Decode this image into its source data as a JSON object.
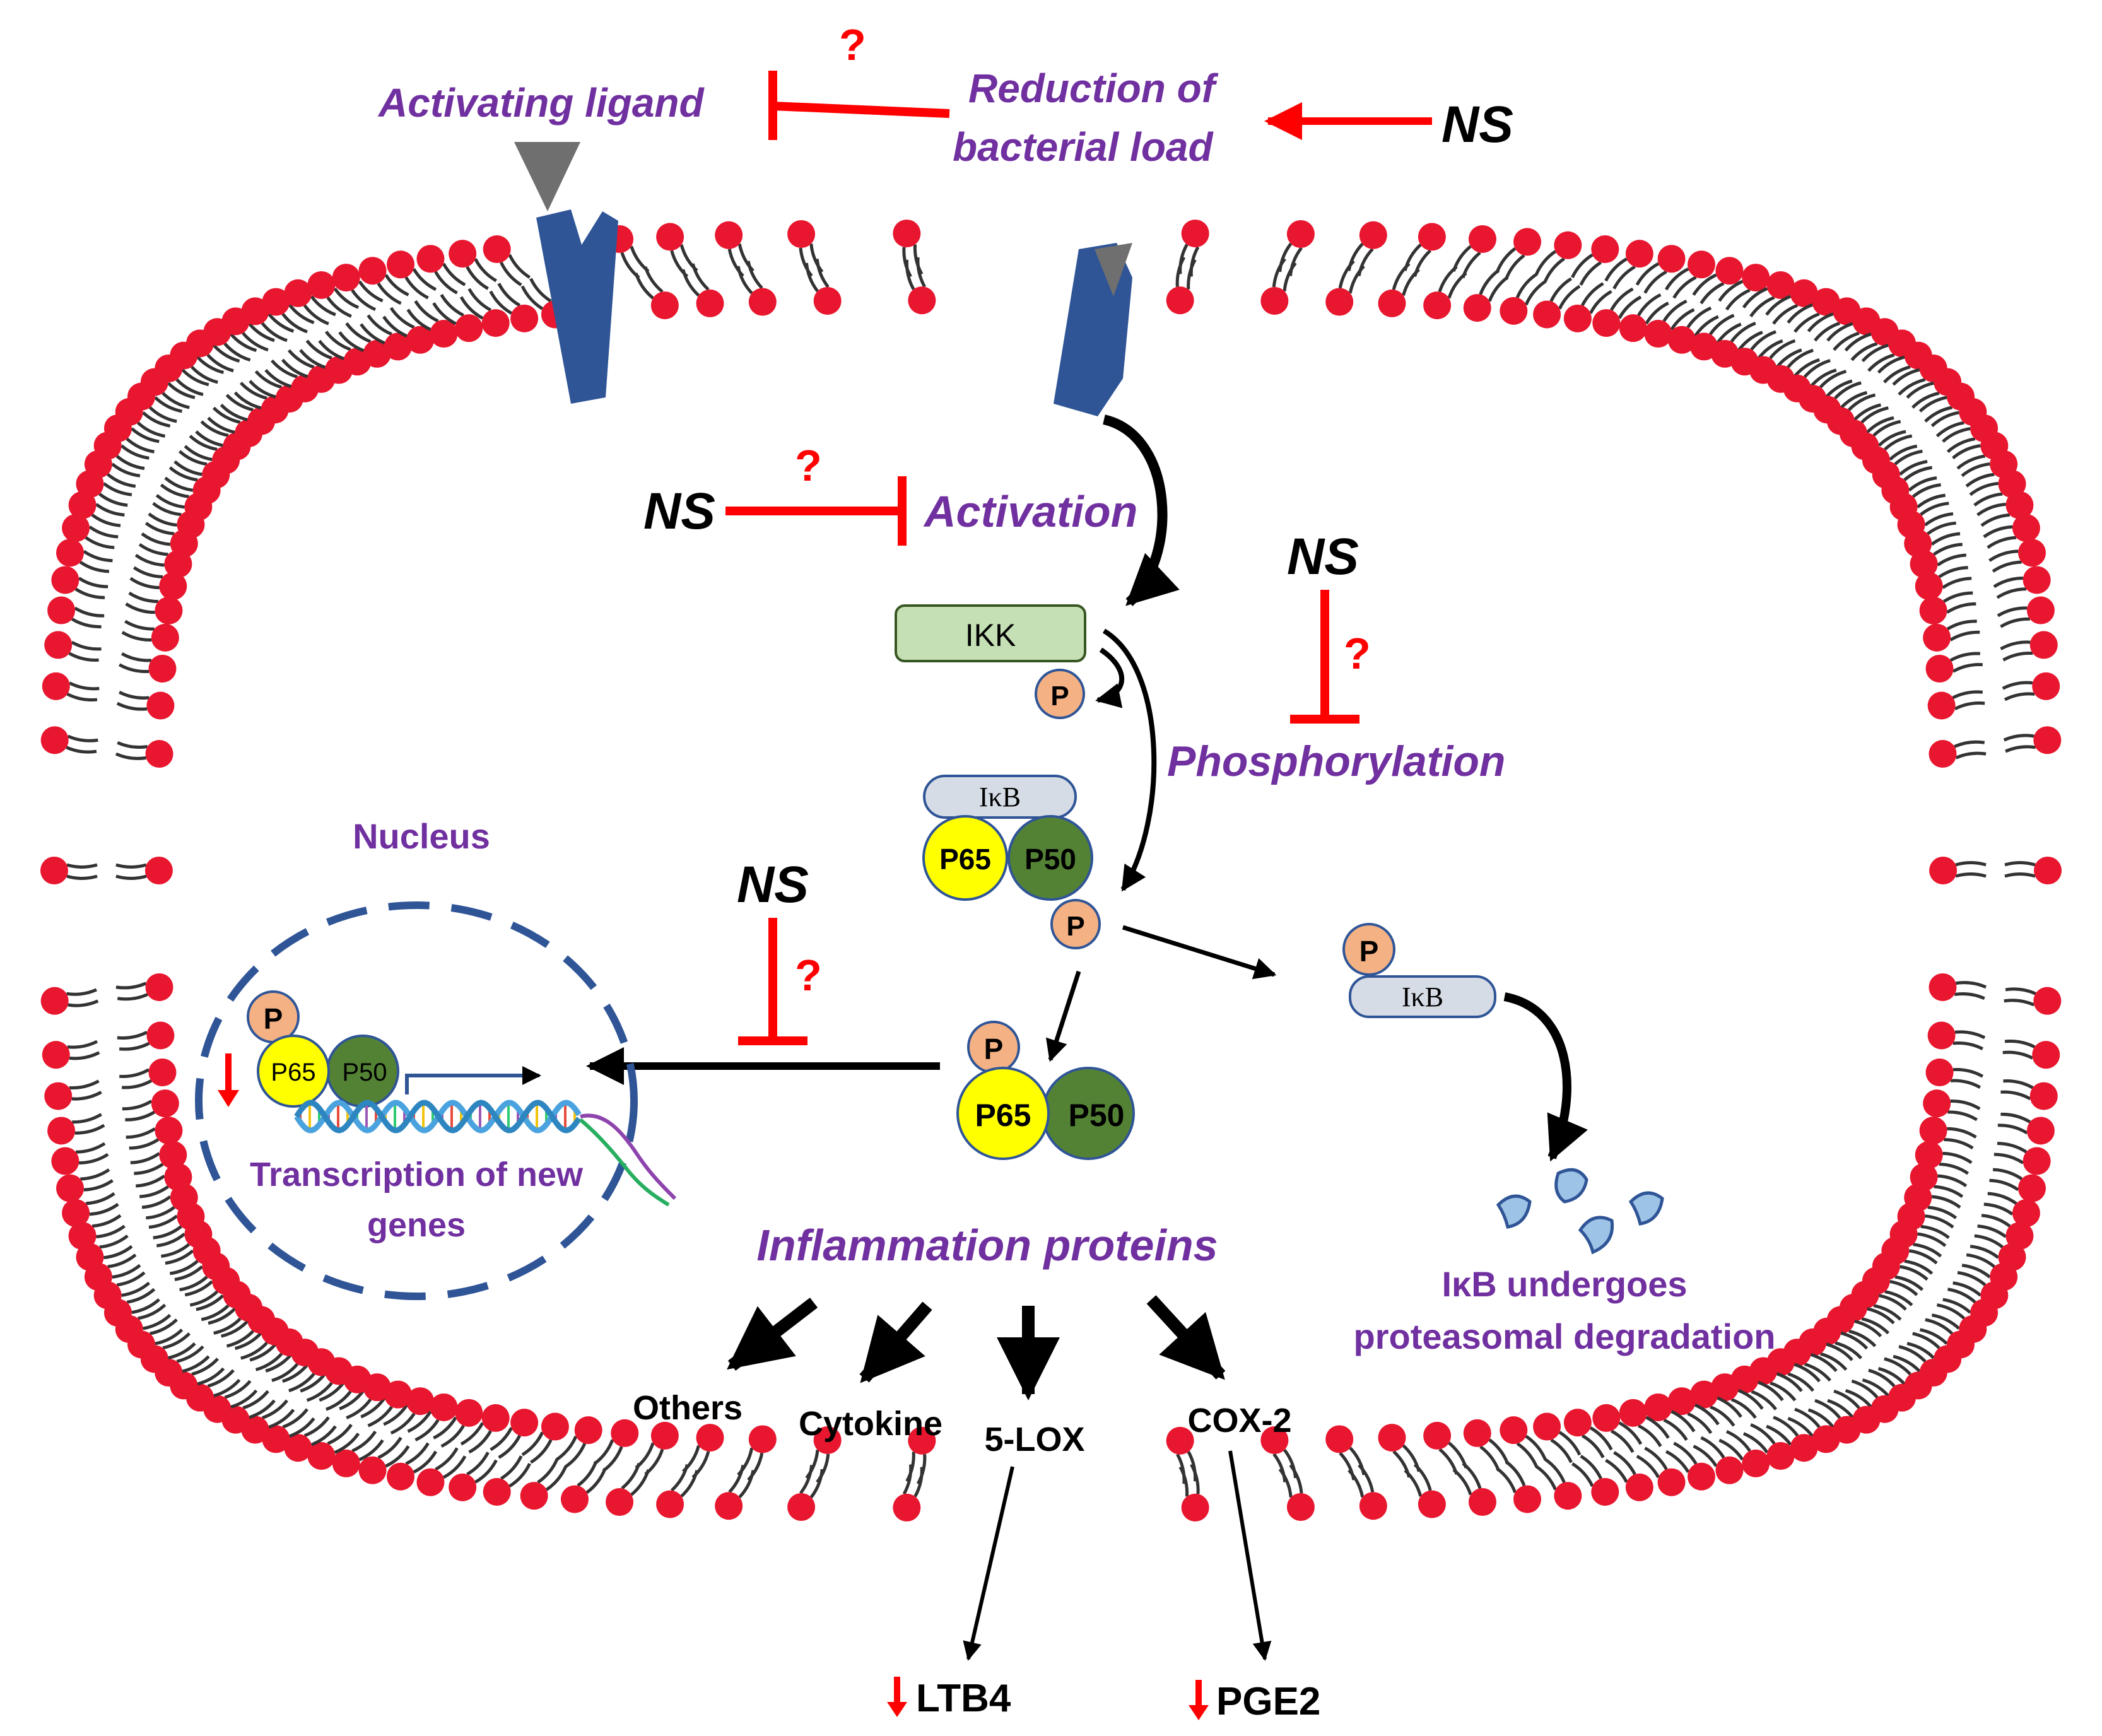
{
  "colors": {
    "lipid_head": "#e8162e",
    "receptor": "#2f5597",
    "ligand": "#6f6f6f",
    "text_accent": "#7030a0",
    "inhibition": "#ff0000",
    "ikk_box": "#c5e0b4",
    "ikb_box": "#d6dce5",
    "p_circle": "#f4b183",
    "p65": "#ffff00",
    "p50": "#548235",
    "nucleus_border": "#2f5597"
  },
  "top": {
    "activating_ligand": "Activating ligand",
    "reduction_line1": "Reduction of",
    "reduction_line2": "bacterial load",
    "ns": "NS",
    "question": "?"
  },
  "activation": {
    "ns": "NS",
    "question": "?",
    "label": "Activation"
  },
  "phosphorylation": {
    "ns": "NS",
    "question": "?",
    "label": "Phosphorylation"
  },
  "ikk": {
    "label": "IKK",
    "p": "P"
  },
  "complex": {
    "ikb": "IκB",
    "p65": "P65",
    "p50": "P50",
    "p": "P"
  },
  "free_dimer": {
    "p": "P",
    "p65": "P65",
    "p50": "P50"
  },
  "degradation": {
    "p": "P",
    "ikb": "IκB",
    "line1": "IκB undergoes",
    "line2": "proteasomal degradation"
  },
  "nucleus": {
    "title": "Nucleus",
    "p": "P",
    "p65": "P65",
    "p50": "P50",
    "line1": "Transcription of new",
    "line2": "genes"
  },
  "translocation": {
    "ns": "NS",
    "question": "?"
  },
  "inflammation": {
    "title": "Inflammation proteins",
    "others": "Others",
    "cytokine": "Cytokine",
    "lox": "5-LOX",
    "cox": "COX-2",
    "ltb4": "LTB4",
    "pge2": "PGE2"
  },
  "icons": [
    "down-arrow-icon",
    "dna-helix-icon",
    "proteasome-fragment-icon",
    "lipid-bilayer-icon"
  ]
}
